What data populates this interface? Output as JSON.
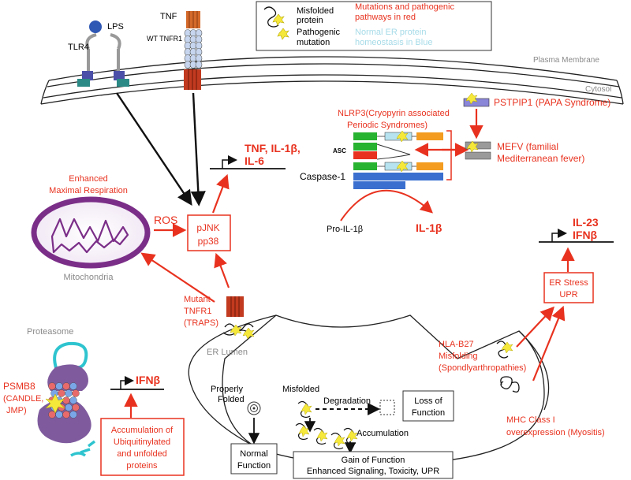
{
  "legend": {
    "misfolded_protein": [
      "Misfolded",
      "protein"
    ],
    "pathogenic_mutation": [
      "Pathogenic",
      "mutation"
    ],
    "red_text": [
      "Mutations and pathogenic",
      "pathways in red"
    ],
    "blue_text": [
      "Normal ER protein",
      "homeostasis in Blue"
    ]
  },
  "membrane": {
    "plasma": "Plasma Membrane",
    "cytosol": "Cytosol"
  },
  "receptors": {
    "lps": "LPS",
    "tlr4": "TLR4",
    "tnf": "TNF",
    "tnfr1": "WT TNFR1"
  },
  "mito": {
    "respiration": [
      "Enhanced",
      "Maximal Respiration"
    ],
    "ros": "ROS",
    "label": "Mitochondria"
  },
  "kinases": [
    "pJNK",
    "pp38"
  ],
  "cytokines": {
    "line1": "TNF, IL-1β,",
    "line2": "IL-6"
  },
  "inflammasome": {
    "nlrp3": [
      "NLRP3(Cryopyrin associated",
      "Periodic Syndromes)"
    ],
    "asc": "ASC",
    "caspase": "Caspase-1",
    "pstpip1": "PSTPIP1 (PAPA Syndrome)",
    "mefv": [
      "MEFV (familial",
      "Mediterranean fever)"
    ],
    "pro_il1b": "Pro-IL-1β",
    "il1b": "IL-1β"
  },
  "traps": [
    "Mutant",
    "TNFR1",
    "(TRAPS)"
  ],
  "er": {
    "lumen": "ER Lumen",
    "properly_folded": [
      "Properly",
      "Folded"
    ],
    "misfolded": "Misfolded",
    "degradation": "Degradation",
    "loss": [
      "Loss of",
      "Function"
    ],
    "accumulation": "Accumulation",
    "normal": [
      "Normal",
      "Function"
    ],
    "gain": [
      "Gain of Function",
      "Enhanced Signaling, Toxicity, UPR"
    ]
  },
  "il23": {
    "line1": "IL-23",
    "line2": "IFNβ"
  },
  "er_stress": [
    "ER Stress",
    "UPR"
  ],
  "hla": [
    "HLA-B27",
    "Misfolding",
    "(Spondlyarthropathies)"
  ],
  "mhc": [
    "MHC Class I",
    "overexpression (Myositis)"
  ],
  "proteasome": {
    "label": "Proteasome",
    "psmb8": [
      "PSMB8",
      "(CANDLE,",
      "JMP)"
    ],
    "ifnb": "IFNβ",
    "accumulation": [
      "Accumulation of",
      "Ubiquitinylated",
      "and unfolded",
      "proteins"
    ]
  },
  "colors": {
    "red": "#e8321f",
    "blue": "#a6dbe8",
    "purple": "#7b2e88"
  }
}
